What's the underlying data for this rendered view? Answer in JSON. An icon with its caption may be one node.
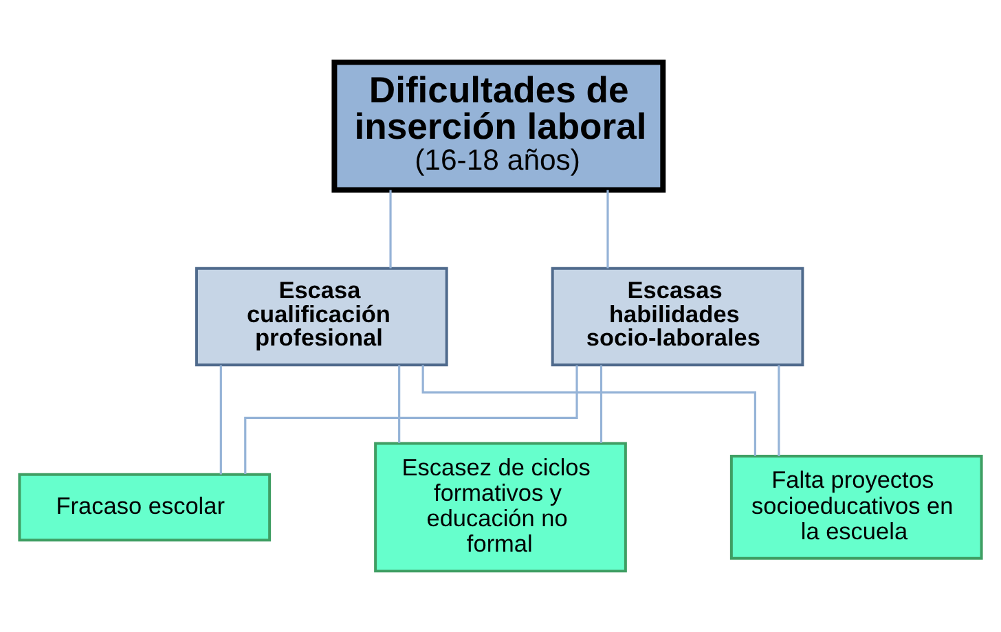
{
  "diagram": {
    "nodes": [
      {
        "text": [
          "Dificultades de inserción laboral",
          "(16-18 años)"
        ]
      },
      {
        "text": [
          "Escasa cualificación profesional"
        ]
      },
      {
        "text": [
          "Escasas habilidades socio-laborales"
        ]
      },
      {
        "text": [
          "Fracaso escolar"
        ]
      },
      {
        "text": [
          "Escasez de ciclos formativos y educación no formal"
        ]
      },
      {
        "text": [
          "Falta proyectos socioeducativos en la escuela"
        ]
      }
    ],
    "edges": [
      {
        "from": 0,
        "to": 1,
        "arrow": "none"
      },
      {
        "from": 0,
        "to": 2,
        "arrow": "none"
      },
      {
        "from": 1,
        "to": 3,
        "arrow": "none"
      },
      {
        "from": 1,
        "to": 4,
        "arrow": "none"
      },
      {
        "from": 1,
        "to": 5,
        "arrow": "none"
      },
      {
        "from": 2,
        "to": 3,
        "arrow": "none"
      },
      {
        "from": 2,
        "to": 4,
        "arrow": "none"
      },
      {
        "from": 2,
        "to": 5,
        "arrow": "none"
      }
    ]
  }
}
